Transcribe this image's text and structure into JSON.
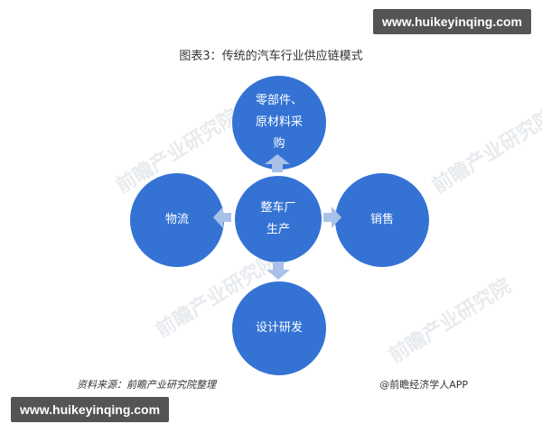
{
  "badges": {
    "top": "www.huikeyinqing.com",
    "bottom": "www.huikeyinqing.com"
  },
  "title": "图表3：传统的汽车行业供应链模式",
  "watermark": "前瞻产业研究院",
  "nodes": {
    "top": "零部件、\n原材料采\n购",
    "left": "物流",
    "center": "整车厂\n生产",
    "right": "销售",
    "bottom": "设计研发"
  },
  "footer": {
    "source": "资料来源：前瞻产业研究院整理",
    "credit": "@前瞻经济学人APP"
  },
  "colors": {
    "node_fill": "#3473d4",
    "arrow_fill": "#a9c1e8",
    "badge_bg": "#545454"
  }
}
